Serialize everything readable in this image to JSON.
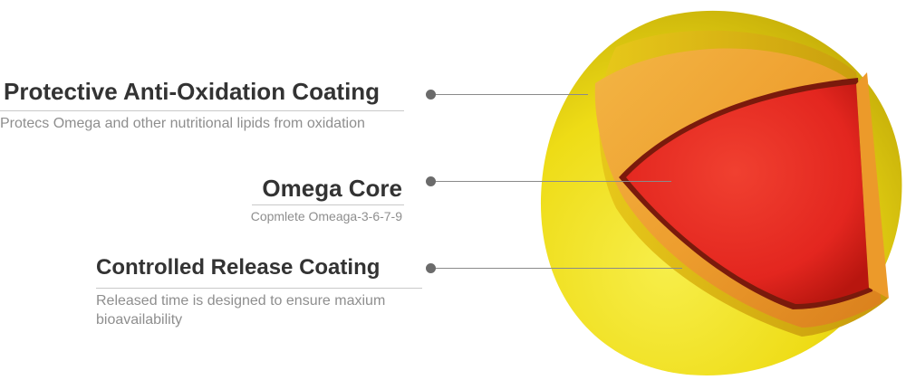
{
  "callouts": [
    {
      "title": "Protective Anti-Oxidation Coating",
      "description": "Protecs Omega and other nutritional lipids from oxidation"
    },
    {
      "title": "Omega Core",
      "description": "Copmlete Omeaga-3-6-7-9"
    },
    {
      "title": "Controlled Release Coating",
      "description": "Released time is designed to ensure maxium bioavailability"
    }
  ],
  "colors": {
    "outer_coating": "#f2e21a",
    "middle_coating": "#f0a02a",
    "core": "#e8302a",
    "title_text": "#333333",
    "description_text": "#8e8e8e"
  }
}
